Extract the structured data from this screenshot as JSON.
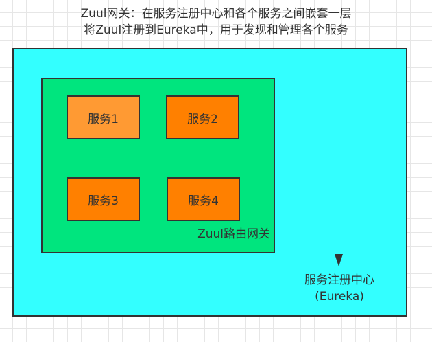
{
  "caption": {
    "line1": "Zuul网关：在服务注册中心和各个服务之间嵌套一层",
    "line2": "将Zuul注册到Eureka中，用于发现和管理各个服务"
  },
  "registry": {
    "label_line1": "服务注册中心",
    "label_line2": "(Eureka)",
    "marker_icon": "triangle-pointer-icon"
  },
  "gateway": {
    "label": "Zuul路由网关"
  },
  "services": [
    "服务1",
    "服务2",
    "服务3",
    "服务4"
  ],
  "colors": {
    "registry_fill": "#33ffff",
    "gateway_fill": "#00e57e",
    "service1_fill": "#ff9a33",
    "service_fill": "#ff8000",
    "stroke": "#333333"
  }
}
